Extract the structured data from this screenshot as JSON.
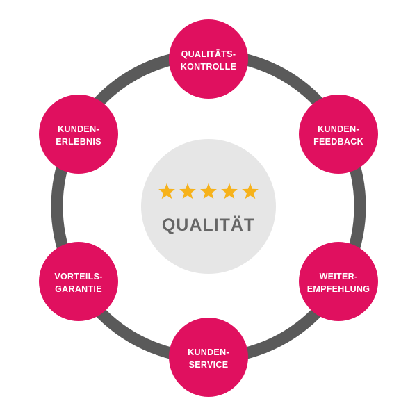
{
  "center": {
    "title": "QUALITÄT",
    "rating": 5,
    "icon": "star-icon"
  },
  "nodes": [
    {
      "id": "qualitaetskontrolle",
      "lines": [
        "QUALITÄTS-",
        "KONTROLLE"
      ]
    },
    {
      "id": "kundenfeedback",
      "lines": [
        "KUNDEN-",
        "FEEDBACK"
      ]
    },
    {
      "id": "weiterempfehlung",
      "lines": [
        "WEITER-",
        "EMPFEHLUNG"
      ]
    },
    {
      "id": "kundenservice",
      "lines": [
        "KUNDEN-",
        "SERVICE"
      ]
    },
    {
      "id": "vorteilsgarantie",
      "lines": [
        "VORTEILS-",
        "GARANTIE"
      ]
    },
    {
      "id": "kundenerlebnis",
      "lines": [
        "KUNDEN-",
        "ERLEBNIS"
      ]
    }
  ],
  "colors": {
    "node": "#e0105f",
    "ring": "#5a5a5a",
    "center_fill": "#e6e6e6",
    "center_text": "#666666",
    "star": "#f6b21b",
    "node_text": "#ffffff"
  }
}
